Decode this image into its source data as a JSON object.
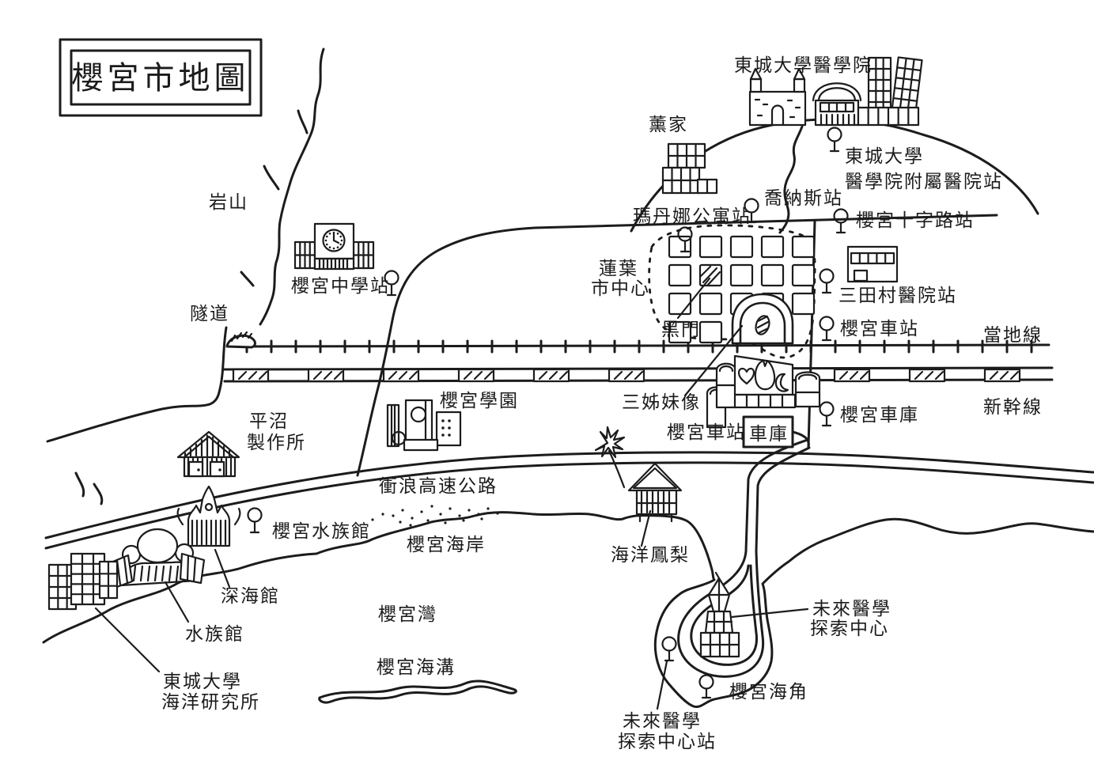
{
  "colors": {
    "ink": "#1c1c1c",
    "paper": "#ffffff"
  },
  "title": "櫻宮市地圖",
  "railways": {
    "local_line": "當地線",
    "shinkansen": "新幹線"
  },
  "roads": {
    "surf_highway": "衝浪高速公路"
  },
  "terrain": {
    "rock_mountain": "岩山",
    "tunnel": "隧道"
  },
  "city_center": {
    "line1": "蓮葉",
    "line2": "市中心",
    "black_gate": "黑門",
    "three_sisters_statue": "三姊妹像"
  },
  "stations": {
    "middle_school": "櫻宮中學站",
    "madonna_apartment": "瑪丹娜公寓站",
    "jonas": "喬納斯站",
    "univ_hospital_line1": "東城大學",
    "univ_hospital_line2": "醫學院附屬醫院站",
    "crossroad": "櫻宮十字路站",
    "mitamura_hospital": "三田村醫院站",
    "sakuramiya_east": "櫻宮車站",
    "depot_stop": "櫻宮車庫",
    "sakuramiya_main": "櫻宮車站",
    "depot_box": "車庫",
    "aquarium": "櫻宮水族館",
    "future_center_line1": "未來醫學",
    "future_center_line2": "探索中心站"
  },
  "places": {
    "medical_school": "東城大學醫學院",
    "kaoru_house": "薰家",
    "school_campus": "櫻宮學園",
    "hiranuma_line1": "平沼",
    "hiranuma_line2": "製作所",
    "ocean_pineapple": "海洋鳳梨",
    "deep_sea_hall": "深海館",
    "aquarium_hall": "水族館",
    "marine_institute_line1": "東城大學",
    "marine_institute_line2": "海洋研究所",
    "future_center_line1": "未來醫學",
    "future_center_line2": "探索中心"
  },
  "sea": {
    "coast": "櫻宮海岸",
    "bay": "櫻宮灣",
    "trench": "櫻宮海溝",
    "cape": "櫻宮海角"
  }
}
